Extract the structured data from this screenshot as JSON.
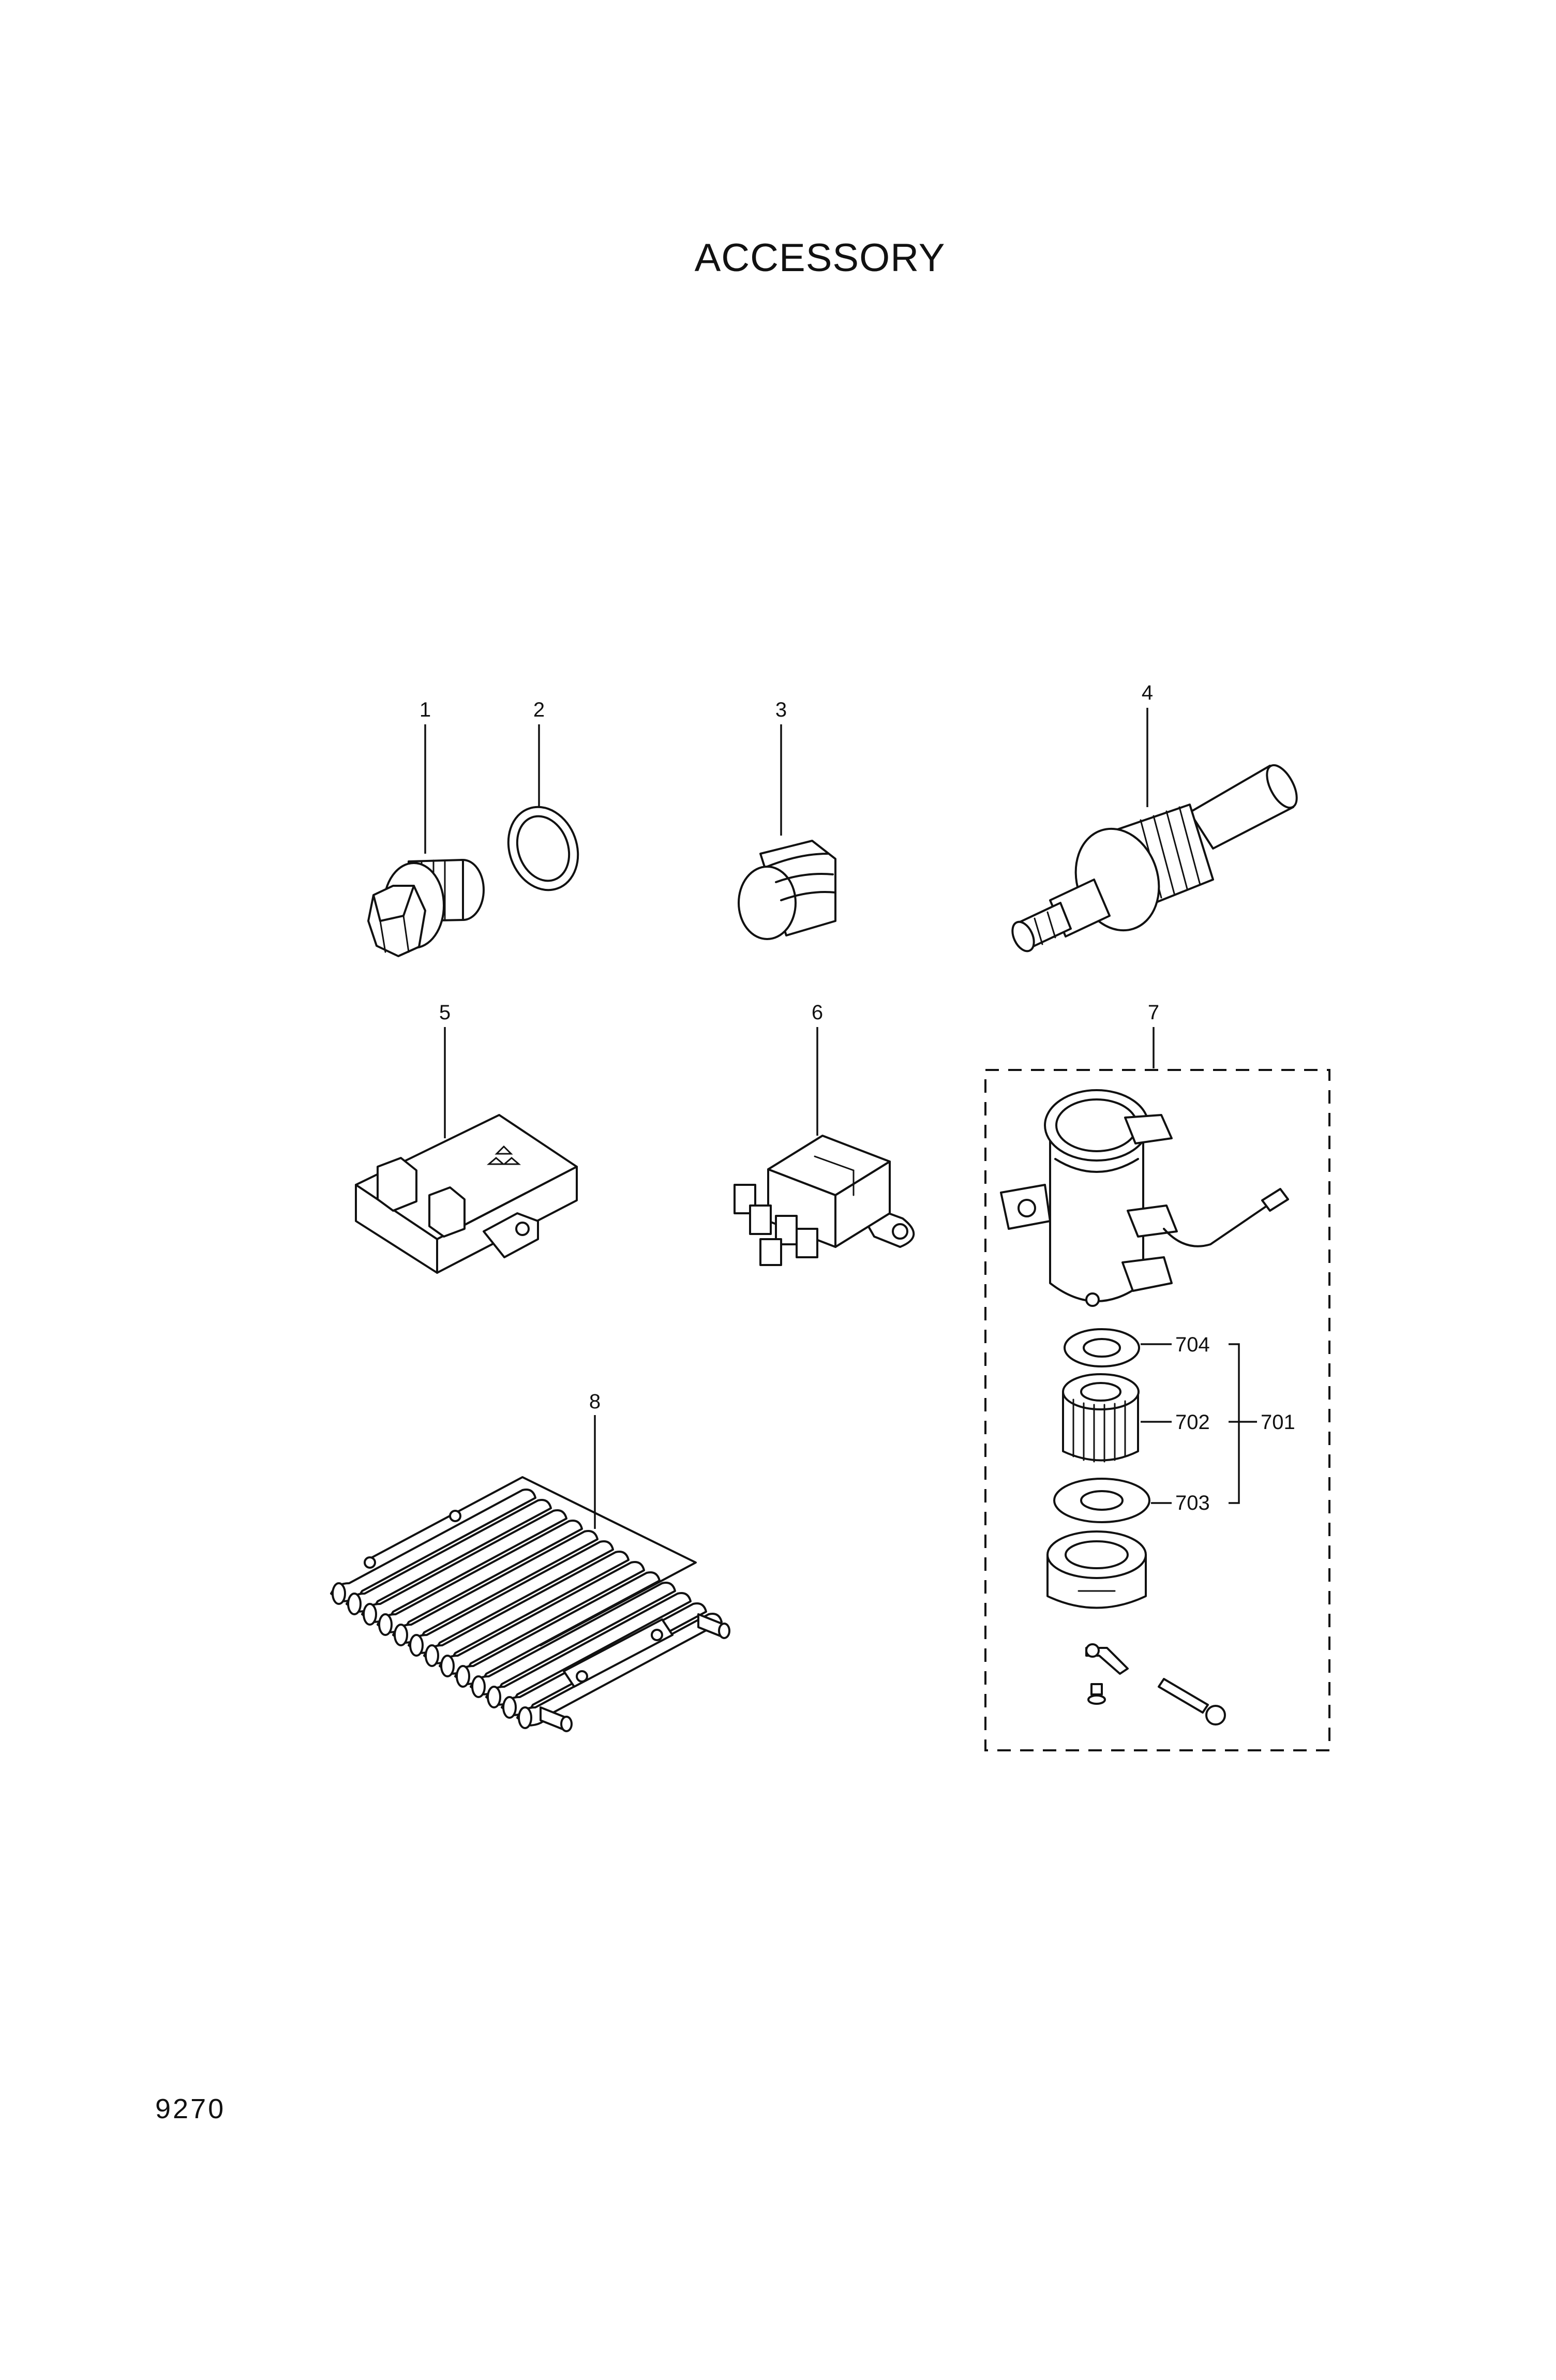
{
  "header": {
    "title": "ACCESSORY"
  },
  "callouts": {
    "c1": "1",
    "c2": "2",
    "c3": "3",
    "c4": "4",
    "c5": "5",
    "c6": "6",
    "c7": "7",
    "c8": "8",
    "c701": "701",
    "c702": "702",
    "c703": "703",
    "c704": "704"
  },
  "footer": {
    "page_number": "9270"
  }
}
